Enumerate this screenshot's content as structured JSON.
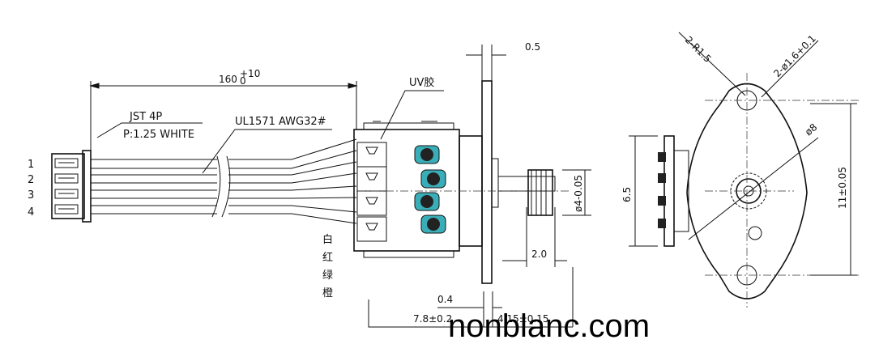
{
  "dimensions": {
    "cable_length": "160",
    "cable_length_tol_upper": "+10",
    "cable_length_tol_lower": "0",
    "plate_thickness": "0.5",
    "body_width": "7.8±0.2",
    "shaft_exposed": "4.15±0.15",
    "gap": "0.4",
    "gear_width": "2.0",
    "shaft_dia": "ø4-0.05",
    "pin_pitch": "6.5",
    "flange_height": "11±0.05",
    "motor_dia": "ø8",
    "ear_radius": "2-R1.5",
    "hole_dia": "2-ø1.6+0.1"
  },
  "labels": {
    "connector": "JST 4P",
    "connector_spec": "P:1.25 WHITE",
    "wire_spec": "UL1571 AWG32#",
    "glue": "UV胶",
    "pin_numbers": [
      "1",
      "2",
      "3",
      "4"
    ],
    "wire_colors": [
      "白",
      "红",
      "绿",
      "橙"
    ]
  },
  "watermark": "nonblanc.com"
}
